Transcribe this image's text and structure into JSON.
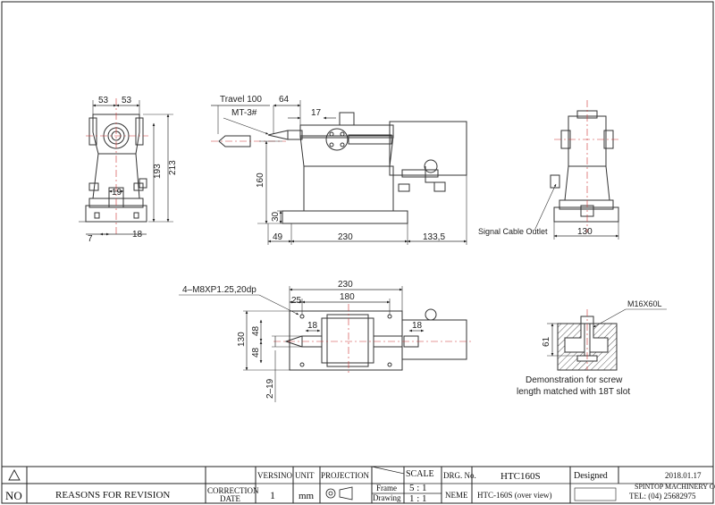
{
  "views": {
    "front": {
      "width_left": "53",
      "width_right": "53",
      "height_193": "193",
      "height_213": "213",
      "slot_19": "19",
      "dim_7": "7",
      "dim_18": "18"
    },
    "side": {
      "travel": "Travel 100",
      "mt": "MT-3#",
      "dim_64": "64",
      "dim_17": "17",
      "dim_160": "160",
      "dim_30": "30",
      "dim_49": "49",
      "dim_230": "230",
      "dim_133_5": "133,5"
    },
    "right": {
      "signal_cable": "Signal Cable Outlet",
      "dim_130": "130"
    },
    "top": {
      "bolts": "4–M8XP1.25,20dp",
      "dim_230": "230",
      "dim_25": "25",
      "dim_180": "180",
      "dim_18a": "18",
      "dim_18b": "18",
      "dim_130": "130",
      "dim_48a": "48",
      "dim_48b": "48",
      "dim_slot": "2–19"
    },
    "detail": {
      "screw": "M16X60L",
      "dim_61": "61",
      "caption_line1": "Demonstration for screw",
      "caption_line2": "length matched with 18T slot"
    }
  },
  "title_block": {
    "no_label": "NO",
    "reasons_label": "REASONS FOR REVISION",
    "correction_label": "CORRECTION",
    "date_label": "DATE",
    "version_label": "VERSINO",
    "version_value": "1",
    "unit_label": "UNIT",
    "unit_value": "mm",
    "projection_label": "PROJECTION",
    "frame_label": "Frame",
    "drawing_label": "Drawing",
    "scale_label": "SCALE",
    "scale_frame": "5 : 1",
    "scale_drawing": "1 : 1",
    "drg_no_label": "DRG. No.",
    "drg_no_value": "HTC160S",
    "name_label": "NEME",
    "name_value": "HTC-160S (over view)",
    "designed_label": "Designed",
    "date_value": "2018.01.17",
    "company": "SPINTOP MACHINERY CO., LTD.",
    "tel": "TEL: (04) 25682975"
  }
}
